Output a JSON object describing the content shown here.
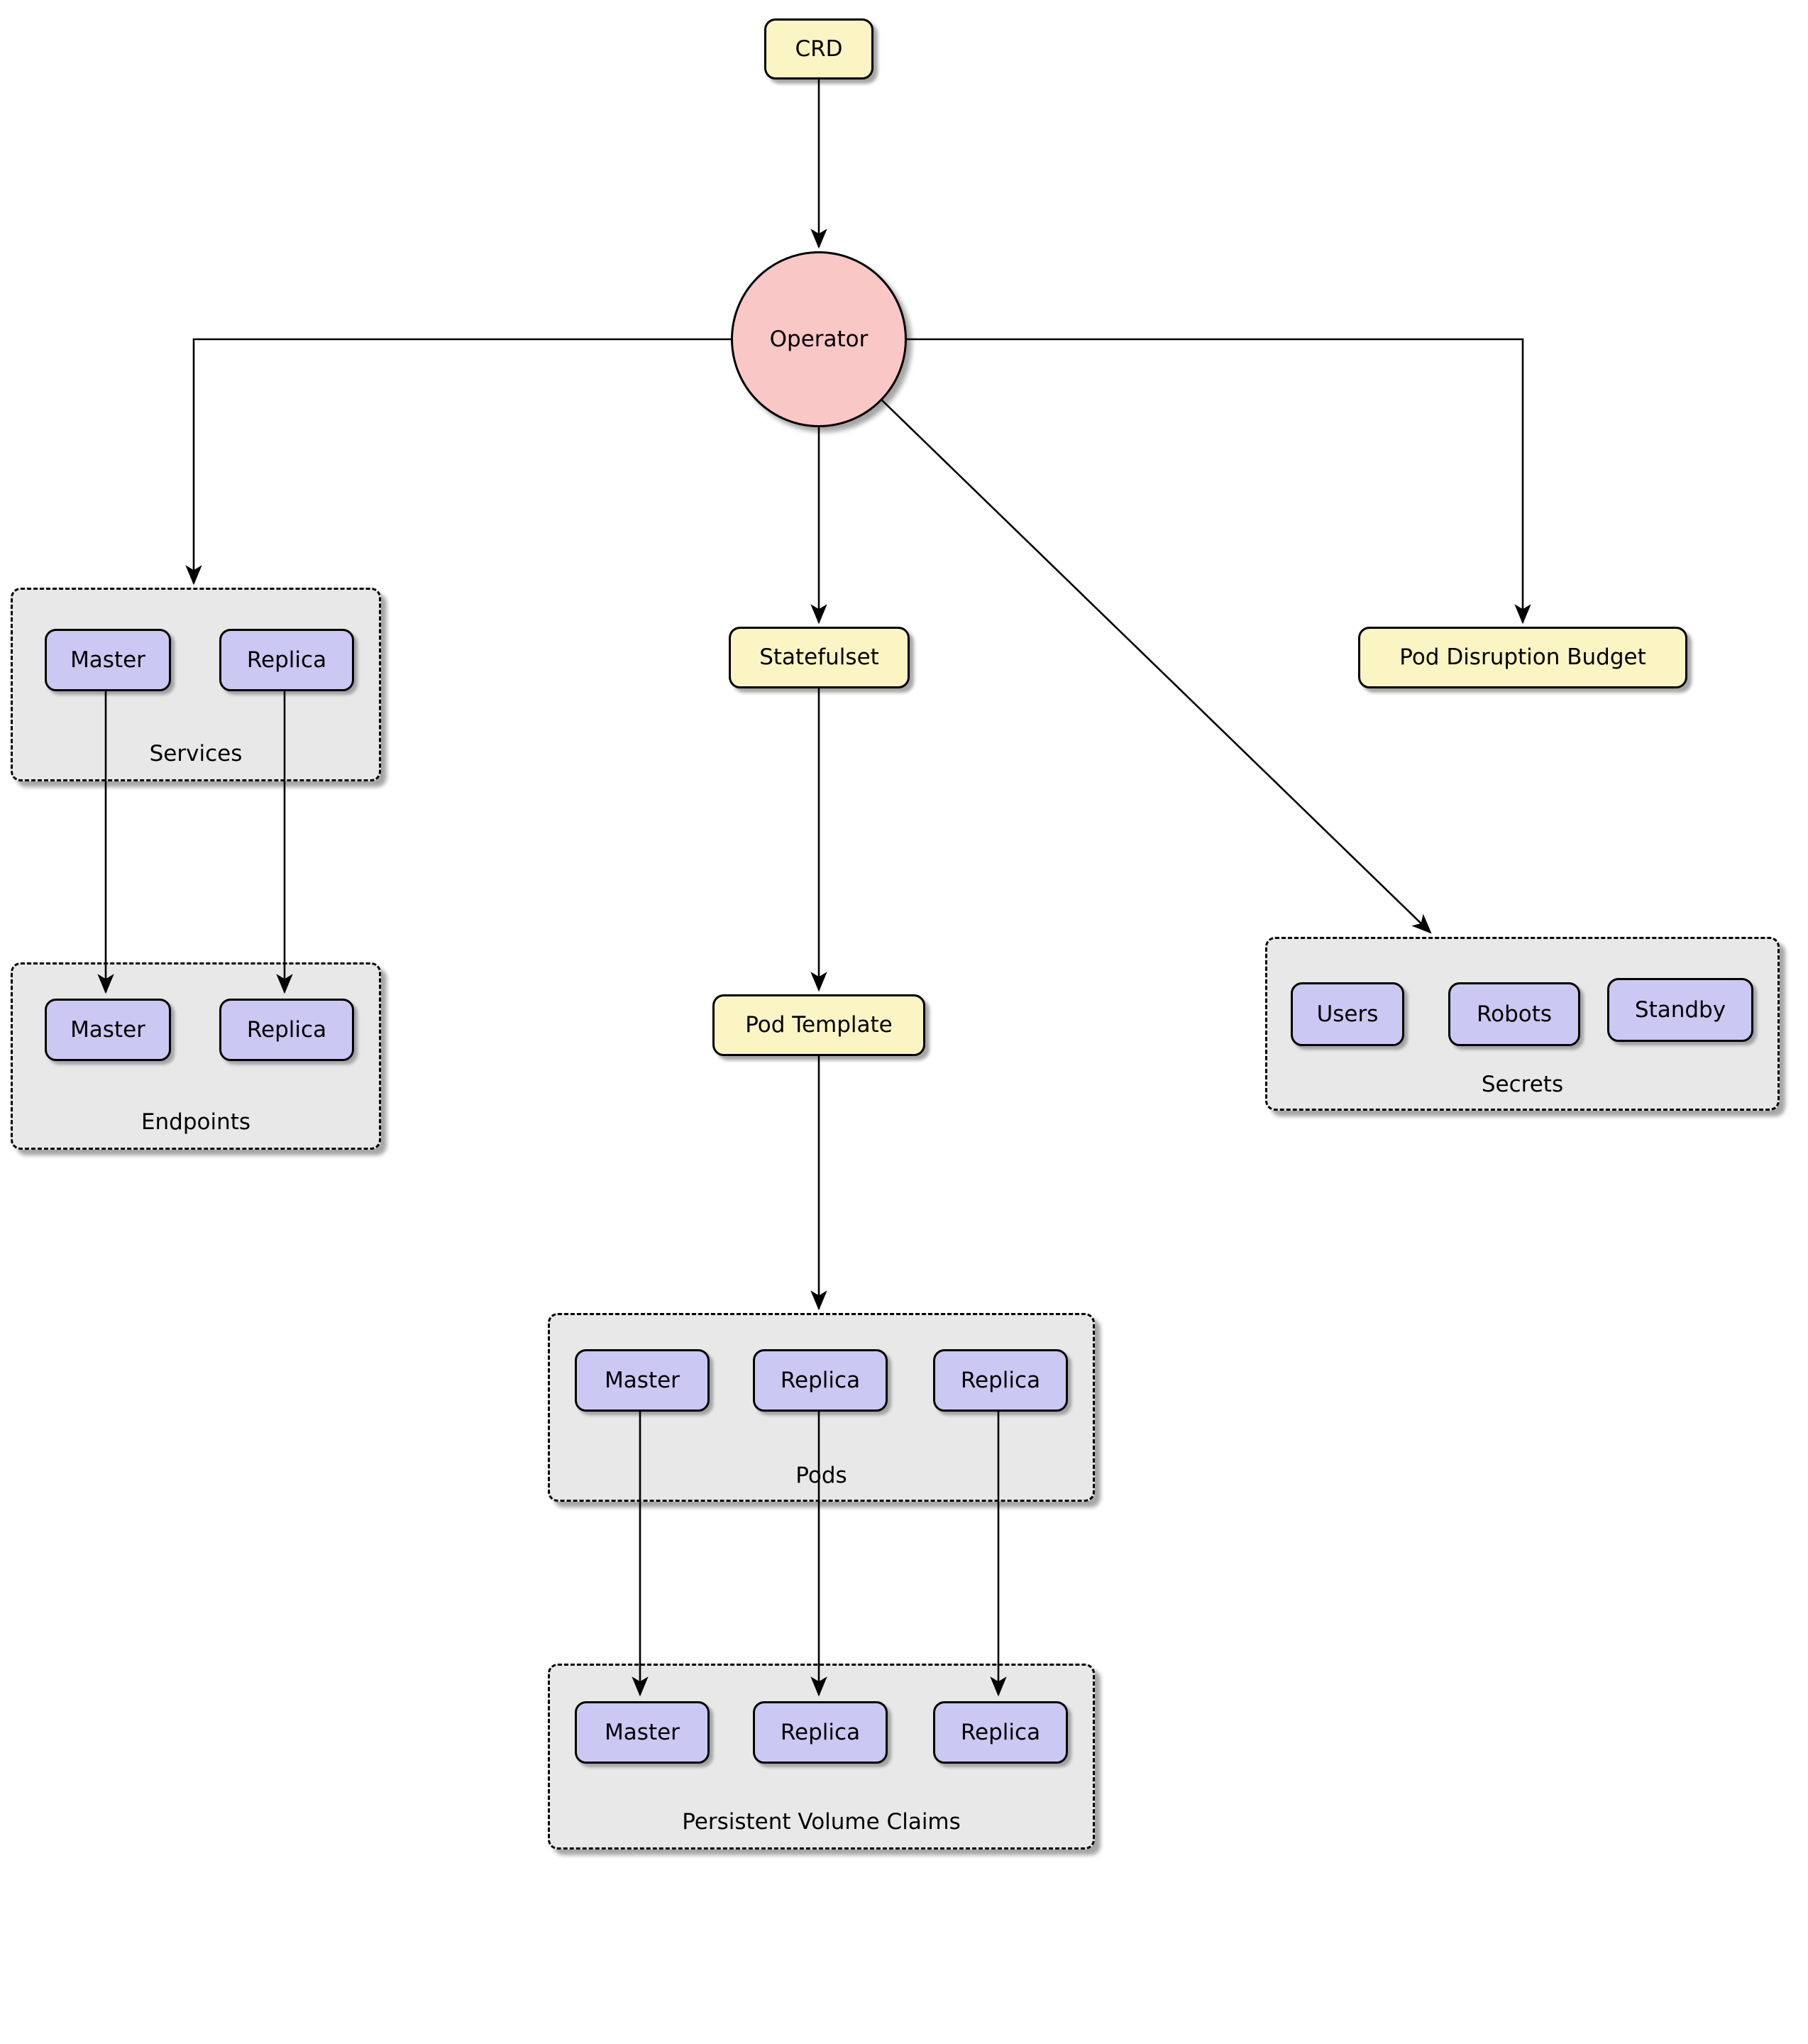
{
  "colors": {
    "node_yellow": "#FAF5C2",
    "node_purple": "#CBC9F3",
    "operator_pink": "#FAC7C7",
    "group_gray": "#E8E8E8"
  },
  "nodes": {
    "crd": "CRD",
    "operator": "Operator",
    "statefulset": "Statefulset",
    "pod_template": "Pod Template",
    "pod_disruption_budget": "Pod Disruption Budget",
    "services": {
      "label": "Services",
      "master": "Master",
      "replica": "Replica"
    },
    "endpoints": {
      "label": "Endpoints",
      "master": "Master",
      "replica": "Replica"
    },
    "pods": {
      "label": "Pods",
      "master": "Master",
      "replica_1": "Replica",
      "replica_2": "Replica"
    },
    "persistent_volume_claims": {
      "label": "Persistent Volume Claims",
      "master": "Master",
      "replica_1": "Replica",
      "replica_2": "Replica"
    },
    "secrets": {
      "label": "Secrets",
      "users": "Users",
      "robots": "Robots",
      "standby": "Standby"
    }
  }
}
